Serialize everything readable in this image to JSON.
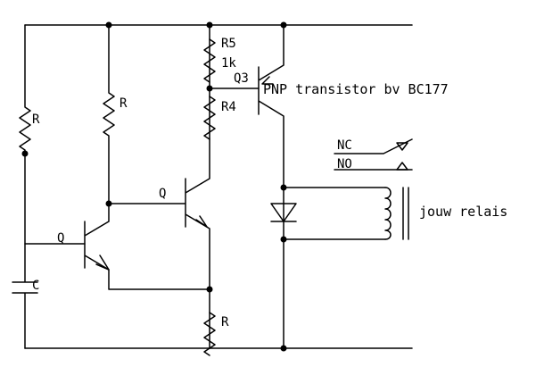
{
  "labels": {
    "r_left": "R",
    "r_mid": "R",
    "r5": "R5",
    "r5_value": "1k",
    "q3": "Q3",
    "q3_desc": "PNP transistor bv BC177",
    "r4": "R4",
    "nc": "NC",
    "no": "NO",
    "q_mid": "Q",
    "q_left": "Q",
    "relay": "jouw relais",
    "c": "C",
    "r_bottom": "R"
  }
}
